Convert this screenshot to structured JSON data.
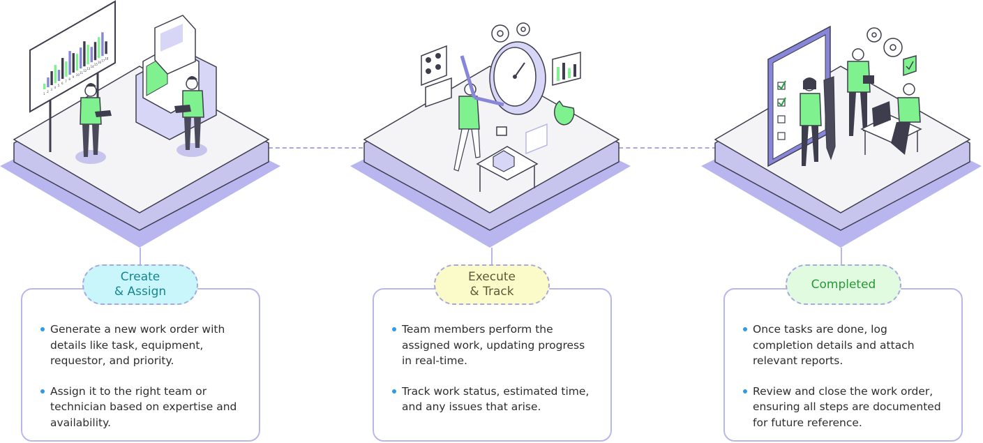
{
  "stages": [
    {
      "title_line1": "Create",
      "title_line2": "& Assign",
      "colors": {
        "pill_bg": "#c9f6fb",
        "pill_text": "#16858e"
      },
      "bullets": [
        "Generate a new work order with details like task, equipment, requestor, and priority.",
        "Assign it to the right team or technician based on expertise and availability."
      ]
    },
    {
      "title_line1": "Execute",
      "title_line2": "& Track",
      "colors": {
        "pill_bg": "#fbfbc9",
        "pill_text": "#5b5a38"
      },
      "bullets": [
        "Team members perform the assigned work, updating progress in real-time.",
        "Track work status, estimated time, and any issues that arise."
      ]
    },
    {
      "title_line1": "Completed",
      "title_line2": "",
      "colors": {
        "pill_bg": "#e1fbe0",
        "pill_text": "#249a35"
      },
      "bullets": [
        "Once tasks are done, log completion details and attach relevant reports.",
        "Review and close the work order, ensuring all steps are documented for future reference."
      ]
    }
  ],
  "chart_board": {
    "labels": [
      "1",
      "2",
      "3",
      "4",
      "5",
      "6",
      "7",
      "8",
      "9",
      "10",
      "11",
      "12",
      "13",
      "14",
      "15",
      "16",
      "17",
      "18"
    ]
  },
  "palette": {
    "platform_top": "#f4f4f6",
    "platform_side": "#c7c5ee",
    "platform_shadow": "#b9b6ef",
    "outline": "#3d3d4d",
    "accent_green": "#7ff28f",
    "accent_lilac": "#d8d6f6"
  }
}
